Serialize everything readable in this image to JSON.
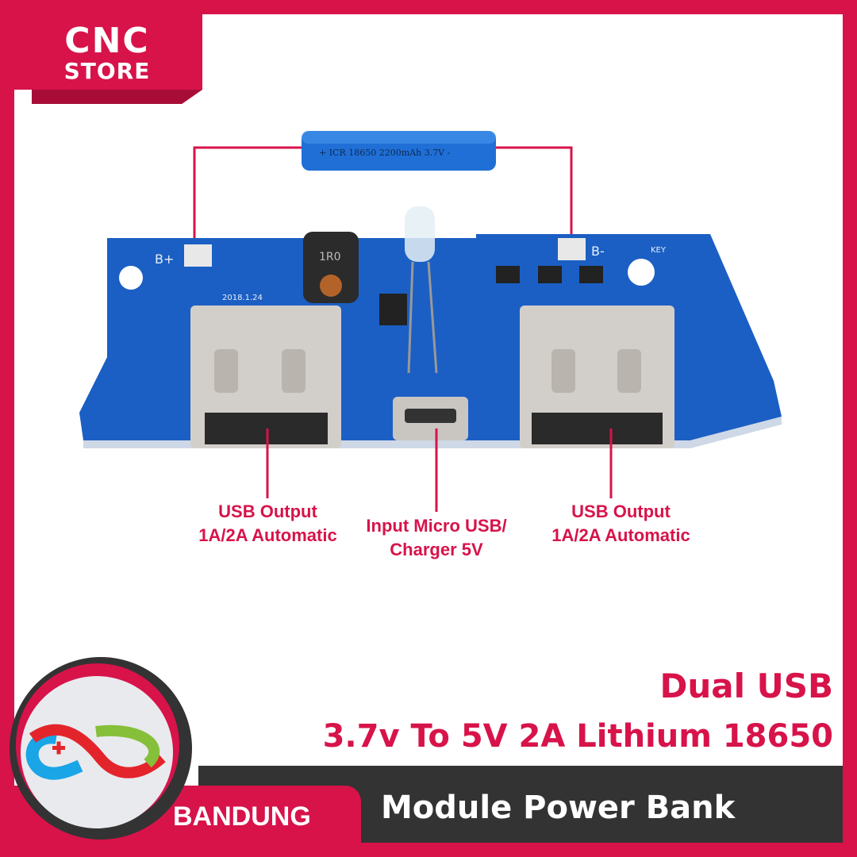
{
  "brand": {
    "line1": "CNC",
    "line2": "STORE",
    "city": "BANDUNG"
  },
  "battery_label": "+ ICR 18650 2200mAh 3.7V -",
  "board": {
    "b_plus": "B+",
    "b_minus": "B-",
    "date": "2018.1.24",
    "inductor": "1R0",
    "key": "KEY"
  },
  "callouts": {
    "left": [
      "USB Output",
      "1A/2A Automatic"
    ],
    "center": [
      "Input Micro USB/",
      "Charger 5V"
    ],
    "right": [
      "USB Output",
      "1A/2A Automatic"
    ]
  },
  "title": {
    "line1": "Dual USB",
    "line2": "3.7v To 5V 2A Lithium 18650",
    "line3": "Module Power Bank"
  },
  "colors": {
    "accent": "#d7134a",
    "dark": "#333333",
    "pcb": "#1b5fc4"
  }
}
